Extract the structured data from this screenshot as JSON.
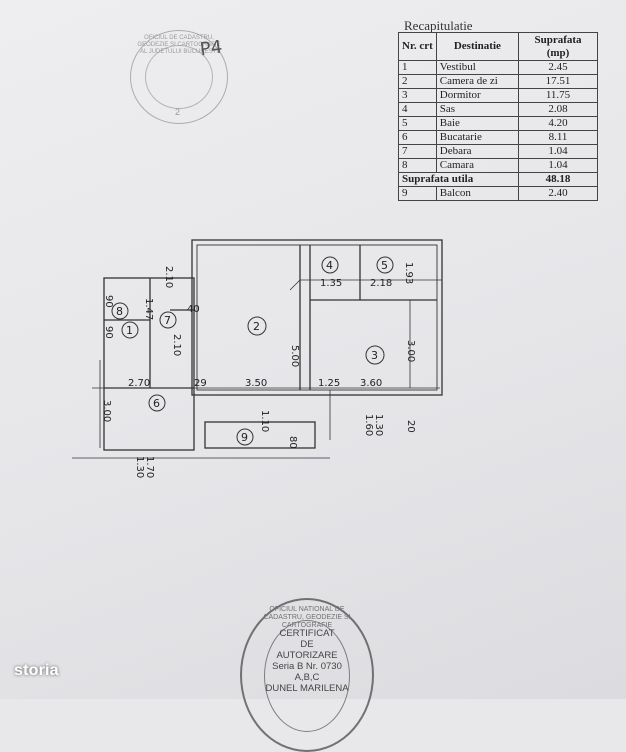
{
  "recap": {
    "title": "Recapitulatie",
    "headers": {
      "nr": "Nr. crt",
      "destinatie": "Destinatie",
      "suprafata": "Suprafata (mp)"
    },
    "rows": [
      {
        "nr": "1",
        "name": "Vestibul",
        "area": "2.45"
      },
      {
        "nr": "2",
        "name": "Camera de zi",
        "area": "17.51"
      },
      {
        "nr": "3",
        "name": "Dormitor",
        "area": "11.75"
      },
      {
        "nr": "4",
        "name": "Sas",
        "area": "2.08"
      },
      {
        "nr": "5",
        "name": "Baie",
        "area": "4.20"
      },
      {
        "nr": "6",
        "name": "Bucatarie",
        "area": "8.11"
      },
      {
        "nr": "7",
        "name": "Debara",
        "area": "1.04"
      },
      {
        "nr": "8",
        "name": "Camara",
        "area": "1.04"
      }
    ],
    "total": {
      "label": "Suprafata utila",
      "area": "48.18"
    },
    "extra": {
      "nr": "9",
      "name": "Balcon",
      "area": "2.40"
    }
  },
  "plan": {
    "rooms": [
      "1",
      "2",
      "3",
      "4",
      "5",
      "6",
      "7",
      "8",
      "9"
    ],
    "dims": {
      "w270": "2.70",
      "w350": "3.50",
      "w360": "3.60",
      "h500": "5.00",
      "h300a": "3.00",
      "h300b": "3.00",
      "d135": "1.35",
      "d218": "2.18",
      "d193": "1.93",
      "d125": "1.25",
      "d90a": "90",
      "d90b": "90",
      "d210a": "2.10",
      "d210b": "2.10",
      "d160": "1.60",
      "d130": "1.30",
      "d130b": "1.30",
      "d170": "1.70",
      "d20": "20",
      "d80": "80",
      "d40": "40",
      "d29": "29",
      "d110": "1.10",
      "d147": "1.47"
    }
  },
  "stamps": {
    "top_text": "OFICIUL DE CADASTRU, GEODEZIE SI CARTOGRAFIE AL JUDETULUI BUCURESTI",
    "top_number": "2",
    "signature": "P4",
    "bottom_ring": "OFICIUL NATIONAL DE CADASTRU, GEODEZIE SI CARTOGRAFIE",
    "cert_lines": [
      "CERTIFICAT",
      "DE",
      "AUTORIZARE",
      "Seria B Nr. 0730",
      "A,B,C",
      "DUNEL MARILENA"
    ]
  },
  "brand": "storia"
}
